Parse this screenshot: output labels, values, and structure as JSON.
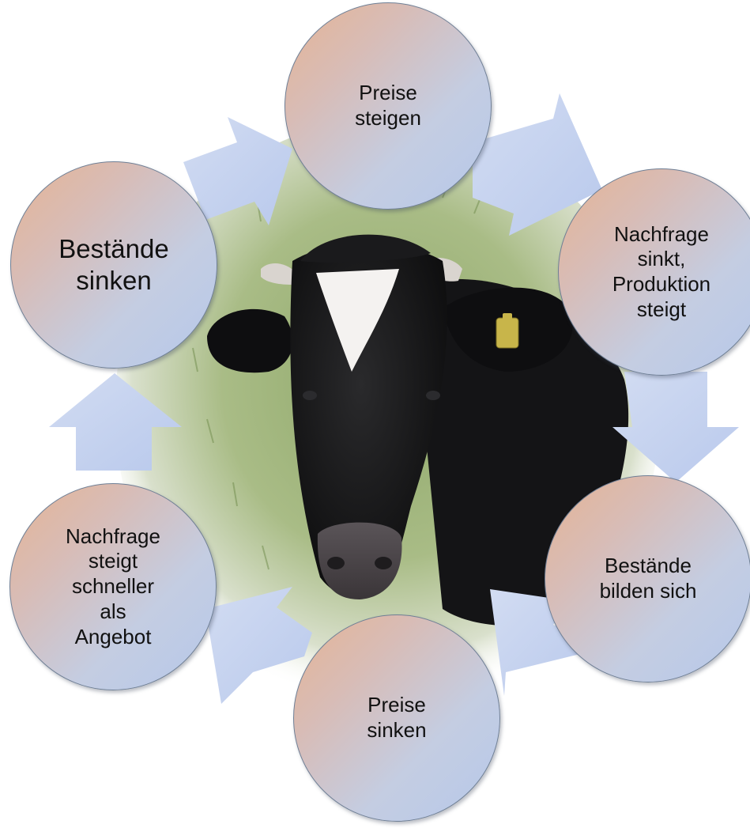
{
  "diagram": {
    "nodes": [
      {
        "id": "preise-steigen",
        "label": "Preise\nsteigen"
      },
      {
        "id": "nachfrage-sinkt",
        "label": "Nachfrage\nsinkt,\nProduktion\nsteigt"
      },
      {
        "id": "bestaende-bilden",
        "label": "Bestände\nbilden sich"
      },
      {
        "id": "preise-sinken",
        "label": "Preise\nsinken"
      },
      {
        "id": "nachfrage-steigt",
        "label": "Nachfrage\nsteigt\nschneller\nals\nAngebot"
      },
      {
        "id": "bestaende-sinken",
        "label": "Bestände\nsinken"
      }
    ],
    "arrow_color": "#c5d1ee",
    "center_image": "photo-of-black-and-white-cow-on-grass"
  }
}
